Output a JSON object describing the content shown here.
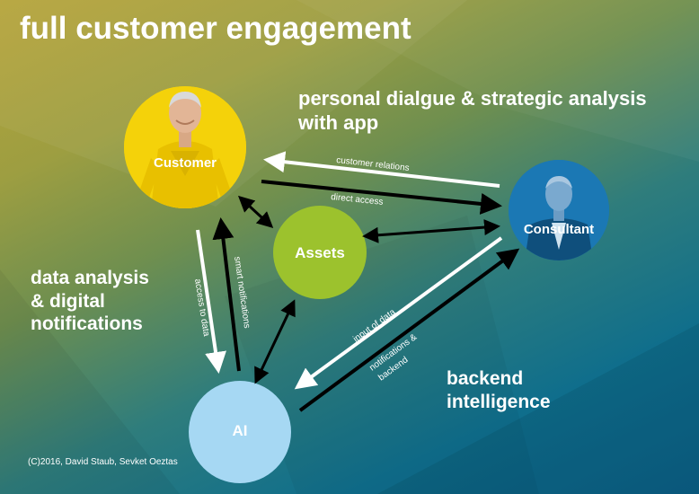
{
  "title": "full customer engagement",
  "headings": {
    "dialogue_line1": "personal dialgue & strategic analysis",
    "dialogue_line2": "with app",
    "data_line1": "data analysis",
    "data_line2": "& digital",
    "data_line3": "notifications",
    "backend_line1": "backend",
    "backend_line2": "intelligence"
  },
  "nodes": {
    "customer": {
      "label": "Customer",
      "color": "#f4d20a"
    },
    "consultant": {
      "label": "Consultant",
      "color": "#1b78b4"
    },
    "assets": {
      "label": "Assets",
      "color": "#9cc22d"
    },
    "ai": {
      "label": "AI",
      "color": "#a6d8f3"
    }
  },
  "edges": {
    "customer_relations": "customer relations",
    "direct_access": "direct access",
    "access_to_data": "access to data",
    "smart_notifications": "smart notifications",
    "input_of_data": "input of data",
    "notifications_line1": "notifications &",
    "notifications_line2": "backend"
  },
  "copyright": "(C)2016, David Staub, Sevket Oeztas"
}
